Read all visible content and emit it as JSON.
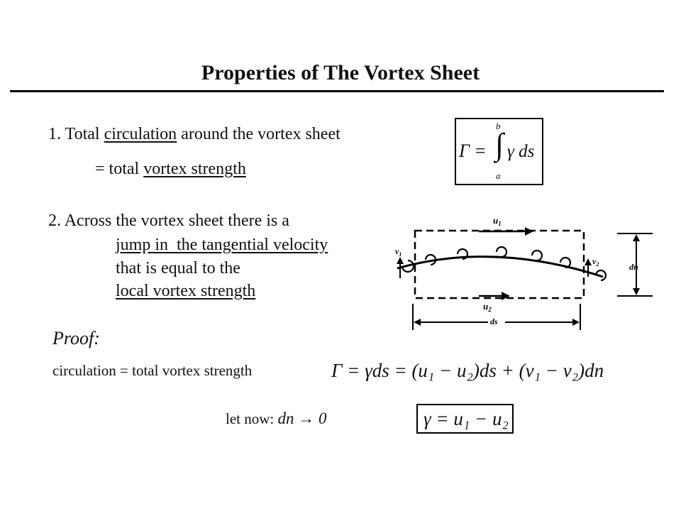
{
  "title": "Properties of The Vortex Sheet",
  "item1": {
    "number": "1.",
    "pre": "Total",
    "term": "circulation",
    "post": "around the vortex sheet",
    "line2_pre": "= total",
    "line2_term": "vortex strength"
  },
  "formula1": {
    "lhs": "Γ =",
    "upper": "b",
    "lower": "a",
    "integrand": "γ ds"
  },
  "item2": {
    "number": "2.",
    "line1": "Across the vortex sheet there is a",
    "line2": "jump in  the tangential velocity",
    "line3": "that is equal to the",
    "line4": "local vortex strength"
  },
  "diagram": {
    "labels": {
      "u1": "u",
      "u1_sub": "1",
      "u2": "u",
      "u2_sub": "2",
      "v1": "v",
      "v1_sub": "1",
      "v2": "v",
      "v2_sub": "2",
      "dn": "dn",
      "ds": "ds"
    }
  },
  "proof": {
    "heading": "Proof:",
    "statement": "circulation = total vortex strength",
    "equation": "Γ = γds = (u₁ − u₂)ds + (v₁ − v₂)dn",
    "limit_pre": "let now:",
    "limit_expr": "dn → 0",
    "result": "γ = u₁ − u₂"
  }
}
